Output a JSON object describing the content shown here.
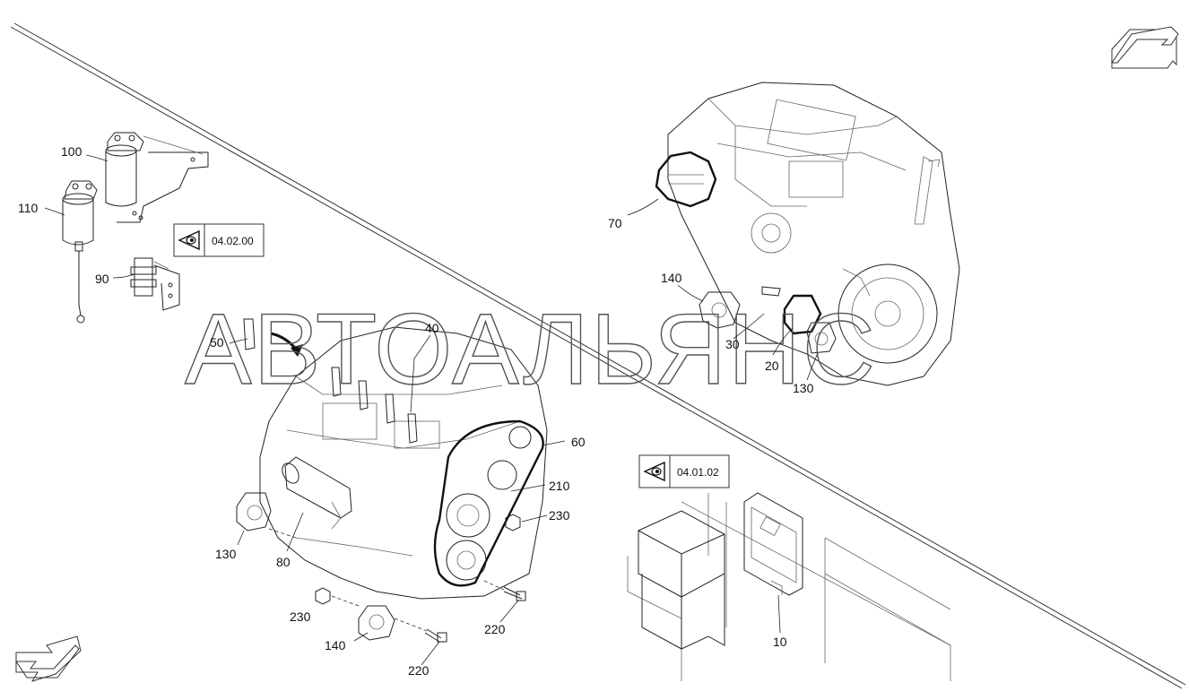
{
  "watermark": "АВТОАЛЬЯНС",
  "reference_boxes": [
    {
      "id": "ref-1",
      "label": "04.02.00"
    },
    {
      "id": "ref-2",
      "label": "04.01.02"
    }
  ],
  "callouts": {
    "c100": "100",
    "c110": "110",
    "c90": "90",
    "c50": "50",
    "c40": "40",
    "c60": "60",
    "c210": "210",
    "c230a": "230",
    "c230b": "230",
    "c130a": "130",
    "c80": "80",
    "c140a": "140",
    "c220a": "220",
    "c220b": "220",
    "c70": "70",
    "c140b": "140",
    "c30": "30",
    "c20": "20",
    "c130b": "130",
    "c10": "10"
  },
  "icons": [
    "eye-view-icon",
    "navigation-arrow-icon"
  ]
}
